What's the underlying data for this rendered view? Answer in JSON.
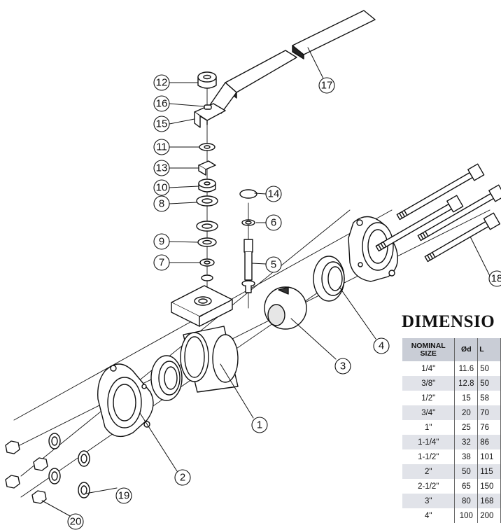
{
  "callouts": [
    "1",
    "2",
    "3",
    "4",
    "5",
    "6",
    "7",
    "8",
    "9",
    "10",
    "11",
    "12",
    "13",
    "14",
    "15",
    "16",
    "17",
    "18",
    "19",
    "20"
  ],
  "table": {
    "title": "DIMENSIO",
    "headers": [
      "NOMINAL SIZE",
      "Ød",
      "L"
    ],
    "rows": [
      [
        "1/4\"",
        "11.6",
        "50"
      ],
      [
        "3/8\"",
        "12.8",
        "50"
      ],
      [
        "1/2\"",
        "15",
        "58"
      ],
      [
        "3/4\"",
        "20",
        "70"
      ],
      [
        "1\"",
        "25",
        "76"
      ],
      [
        "1-1/4\"",
        "32",
        "86"
      ],
      [
        "1-1/2\"",
        "38",
        "101"
      ],
      [
        "2\"",
        "50",
        "115"
      ],
      [
        "2-1/2\"",
        "65",
        "150"
      ],
      [
        "3\"",
        "80",
        "168"
      ],
      [
        "4\"",
        "100",
        "200"
      ]
    ]
  }
}
